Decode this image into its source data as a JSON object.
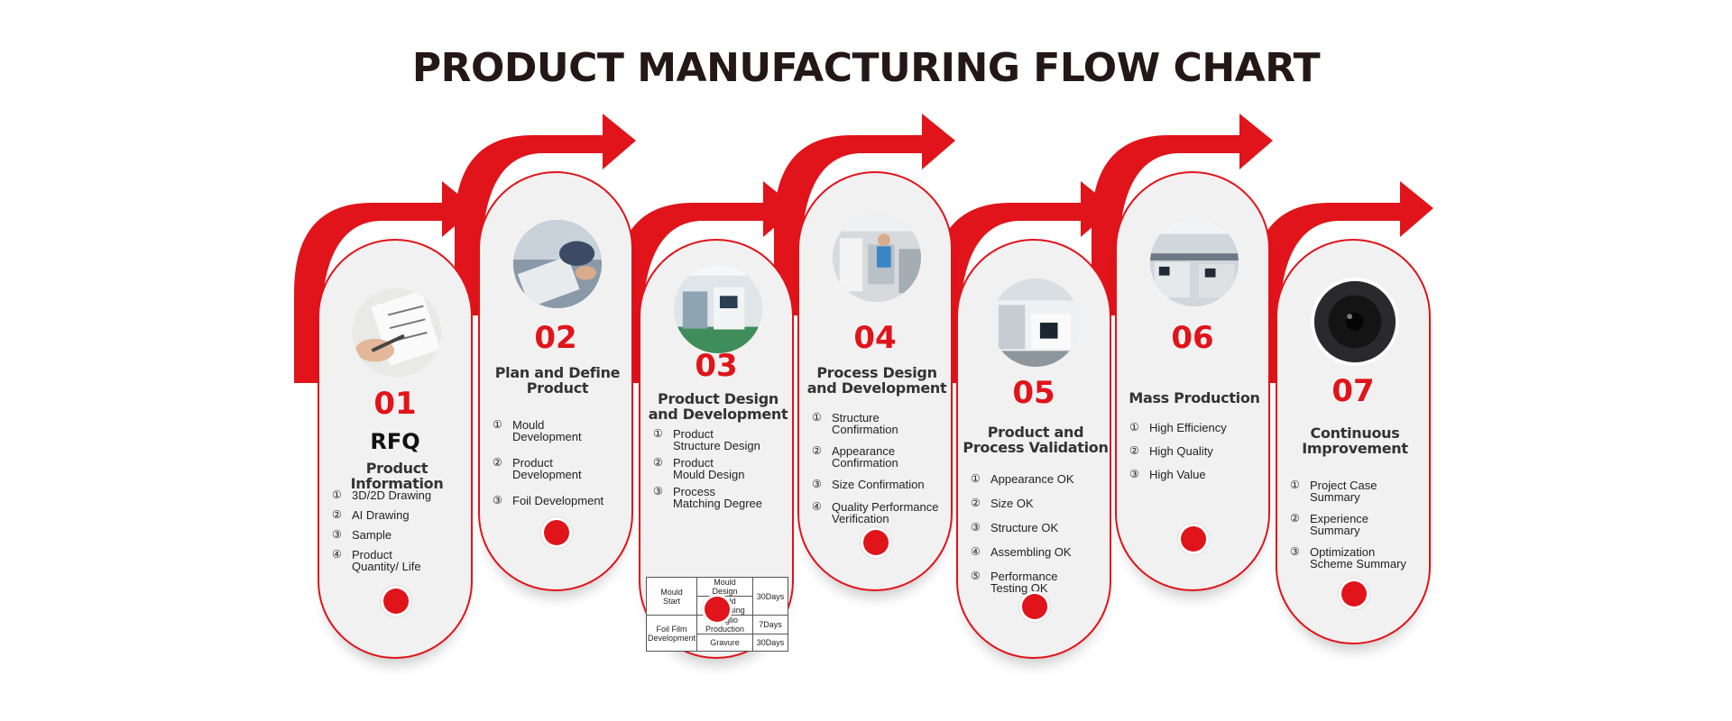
{
  "title": "PRODUCT MANUFACTURING FLOW CHART",
  "colors": {
    "accent": "#e0141a",
    "title": "#231815",
    "card": "#f2f1f1"
  },
  "steps": [
    {
      "number": "01",
      "subtitle": "RFQ",
      "heading": [
        "Product Information"
      ],
      "image": "drawing-photo",
      "items": [
        {
          "marker": "①",
          "lines": [
            "3D/2D Drawing"
          ]
        },
        {
          "marker": "②",
          "lines": [
            "AI Drawing"
          ]
        },
        {
          "marker": "③",
          "lines": [
            "Sample"
          ]
        },
        {
          "marker": "④",
          "lines": [
            "Product",
            "Quantity/ Life"
          ]
        }
      ]
    },
    {
      "number": "02",
      "heading": [
        "Plan and Define",
        "Product"
      ],
      "image": "laptop-photo",
      "items": [
        {
          "marker": "①",
          "lines": [
            "Mould",
            "Development"
          ]
        },
        {
          "marker": "②",
          "lines": [
            "Product",
            "Development"
          ]
        },
        {
          "marker": "③",
          "lines": [
            "Foil Development"
          ]
        }
      ]
    },
    {
      "number": "03",
      "heading": [
        "Product Design",
        "and Development"
      ],
      "image": "factory-photo",
      "items": [
        {
          "marker": "①",
          "lines": [
            "Product",
            "Structure Design"
          ]
        },
        {
          "marker": "②",
          "lines": [
            "Product",
            "Mould Design"
          ]
        },
        {
          "marker": "③",
          "lines": [
            "Process",
            "Matching Degree"
          ]
        }
      ],
      "schedule": {
        "mould_start": [
          "Mould",
          "Start"
        ],
        "mould_design": [
          "Mould",
          "Design"
        ],
        "mould_processing": [
          "Mould",
          "Processing"
        ],
        "mould_days": "30Days",
        "foil_film": [
          "Foil Film",
          "Development"
        ],
        "intaglio": [
          "Intaglio",
          "Production"
        ],
        "intaglio_days": "7Days",
        "gravure": "Gravure",
        "gravure_days": "30Days"
      }
    },
    {
      "number": "04",
      "heading": [
        "Process Design",
        "and Development"
      ],
      "image": "workshop-photo",
      "items": [
        {
          "marker": "①",
          "lines": [
            "Structure",
            "Confirmation"
          ]
        },
        {
          "marker": "②",
          "lines": [
            "Appearance",
            "Confirmation"
          ]
        },
        {
          "marker": "③",
          "lines": [
            "Size Confirmation"
          ]
        },
        {
          "marker": "④",
          "lines": [
            "Quality Performance",
            "Verification"
          ]
        }
      ]
    },
    {
      "number": "05",
      "heading": [
        "Product and",
        "Process Validation"
      ],
      "image": "lab-photo",
      "items": [
        {
          "marker": "①",
          "lines": [
            "Appearance OK"
          ]
        },
        {
          "marker": "②",
          "lines": [
            "Size OK"
          ]
        },
        {
          "marker": "③",
          "lines": [
            "Structure OK"
          ]
        },
        {
          "marker": "④",
          "lines": [
            "Assembling OK"
          ]
        },
        {
          "marker": "⑤",
          "lines": [
            "Performance",
            "Testing OK"
          ]
        }
      ]
    },
    {
      "number": "06",
      "heading": [
        "Mass Production"
      ],
      "image": "production-line-photo",
      "items": [
        {
          "marker": "①",
          "lines": [
            "High Efficiency"
          ]
        },
        {
          "marker": "②",
          "lines": [
            "High Quality"
          ]
        },
        {
          "marker": "③",
          "lines": [
            "High Value"
          ]
        }
      ]
    },
    {
      "number": "07",
      "heading": [
        "Continuous",
        "Improvement"
      ],
      "image": "lens-photo",
      "items": [
        {
          "marker": "①",
          "lines": [
            "Project Case",
            "Summary"
          ]
        },
        {
          "marker": "②",
          "lines": [
            "Experience",
            "Summary"
          ]
        },
        {
          "marker": "③",
          "lines": [
            "Optimization",
            "Scheme Summary"
          ]
        }
      ]
    }
  ]
}
